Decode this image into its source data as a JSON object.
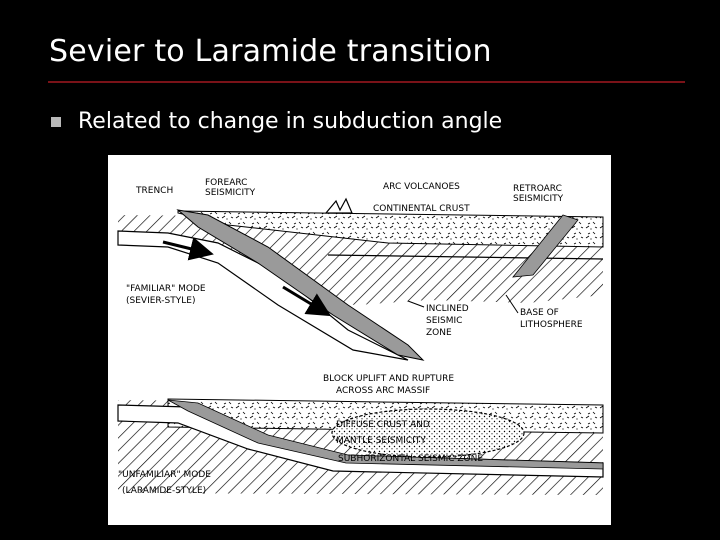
{
  "slide": {
    "title": "Sevier to Laramide transition",
    "bullet": "Related to change in subduction angle"
  },
  "colors": {
    "background": "#000000",
    "title_rule": "#7a1218",
    "bullet_square": "#b9b9b9",
    "text": "#ffffff"
  },
  "diagram": {
    "labels": {
      "trench": "TRENCH",
      "forearc_1": "FOREARC",
      "forearc_2": "SEISMICITY",
      "arc_volcanoes": "ARC VOLCANOES",
      "continental_crust": "CONTINENTAL CRUST",
      "retroarc_1": "RETROARC",
      "retroarc_2": "SEISMICITY",
      "familiar_1": "\"FAMILIAR\" MODE",
      "familiar_2": "(SEVIER-STYLE)",
      "inclined_1": "INCLINED",
      "inclined_2": "SEISMIC",
      "inclined_3": "ZONE",
      "base_1": "BASE OF",
      "base_2": "LITHOSPHERE",
      "block_1": "BLOCK UPLIFT AND RUPTURE",
      "block_2": "ACROSS ARC MASSIF",
      "diffuse_1": "DIFFUSE CRUST AND",
      "diffuse_2": "MANTLE SEISMICITY",
      "subhorizontal": "SUBHORIZONTAL SEISMIC ZONE",
      "unfamiliar_1": "\"UNFAMILIAR\" MODE",
      "unfamiliar_2": "(LARAMIDE-STYLE)"
    }
  }
}
